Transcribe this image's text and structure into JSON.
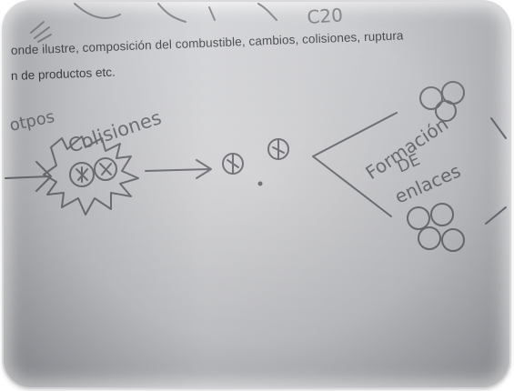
{
  "photo": {
    "printed_text": {
      "line1": "onde  ilustre, composición del combustible, cambios, colisiones,  ruptura",
      "line2": "n de productos etc."
    },
    "handwriting": {
      "top_fragment": "C20",
      "left_word": "otpos",
      "collisions_label": "Colisiones",
      "bond_label_line1": "Formación",
      "bond_label_line2": "DE",
      "bond_label_line3": "enlaces"
    },
    "colors": {
      "paper": "#cacbcf",
      "print_ink": "#2e2f33",
      "pencil": "#6d6e74"
    }
  }
}
